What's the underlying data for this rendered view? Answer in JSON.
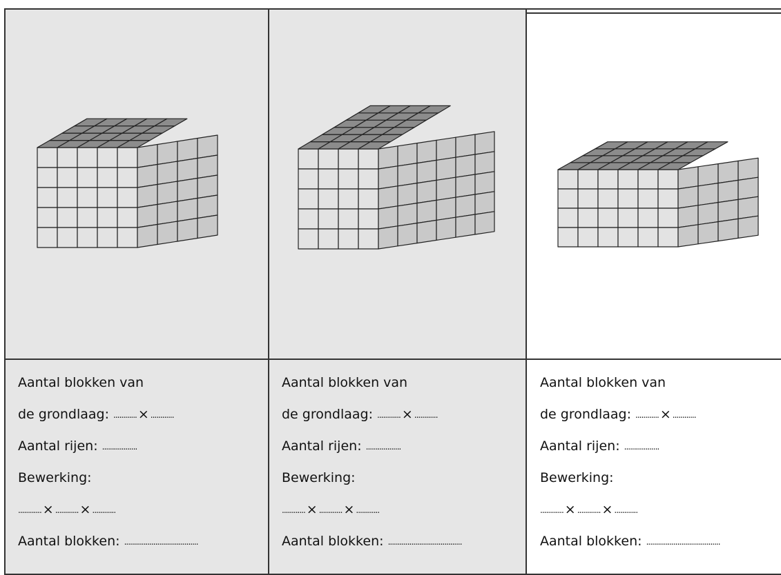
{
  "columns": [
    {
      "label_base": "Aantal blokken van",
      "label_grondlaag": "de grondlaag:",
      "label_rijen": "Aantal rijen:",
      "label_bewerking": "Bewerking:",
      "label_totaal": "Aantal blokken:"
    },
    {
      "label_base": "Aantal blokken van",
      "label_grondlaag": "de grondlaag:",
      "label_rijen": "Aantal rijen:",
      "label_bewerking": "Bewerking:",
      "label_totaal": "Aantal blokken:"
    },
    {
      "label_base": "Aantal blokken van",
      "label_grondlaag": "de grondlaag:",
      "label_rijen": "Aantal rijen:",
      "label_bewerking": "Bewerking:",
      "label_totaal": "Aantal blokken:"
    }
  ],
  "symbols": {
    "times": "×",
    "dots_short": "............",
    "dots_mid": "..................",
    "dots_long": "......................................"
  },
  "cubes": [
    {
      "front_cols": 5,
      "side_cols": 4,
      "layers": 5
    },
    {
      "front_cols": 4,
      "side_cols": 6,
      "layers": 5
    },
    {
      "front_cols": 6,
      "side_cols": 4,
      "layers": 4
    }
  ],
  "colors": {
    "shaded_bg": "#e6e6e6",
    "top_face": "#8c8c8c",
    "front_face": "#e3e3e3",
    "side_face": "#c9c9c9",
    "edge": "#222222"
  }
}
